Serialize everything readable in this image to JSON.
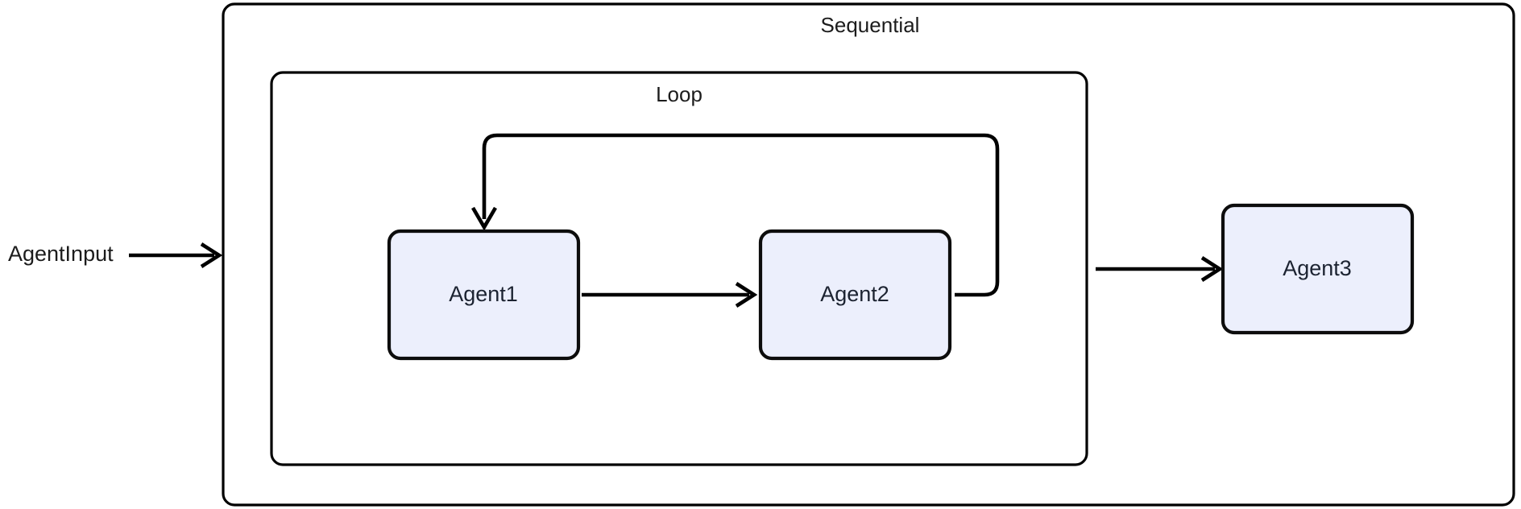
{
  "diagram": {
    "type": "agent-workflow-flowchart",
    "background_color": "#ffffff",
    "stroke_color": "#000000",
    "node_fill_color": "#eceffc",
    "node_stroke_color": "#0d0d0d",
    "text_color": "#1c2331",
    "inputs": [
      {
        "id": "agent-input",
        "label": "AgentInput"
      }
    ],
    "containers": [
      {
        "id": "sequential",
        "label": "Sequential",
        "label_position": "top-center"
      },
      {
        "id": "loop",
        "label": "Loop",
        "label_position": "top-center"
      }
    ],
    "nodes": [
      {
        "id": "agent1",
        "label": "Agent1",
        "parent": "loop"
      },
      {
        "id": "agent2",
        "label": "Agent2",
        "parent": "loop"
      },
      {
        "id": "agent3",
        "label": "Agent3",
        "parent": "sequential"
      }
    ],
    "edges": [
      {
        "id": "edge-input-sequential",
        "from": "agent-input",
        "to": "sequential",
        "style": "arrow"
      },
      {
        "id": "edge-agent1-agent2",
        "from": "agent1",
        "to": "agent2",
        "style": "arrow"
      },
      {
        "id": "edge-agent2-agent1-loopback",
        "from": "agent2",
        "to": "agent1",
        "style": "arrow-loopback"
      },
      {
        "id": "edge-loop-agent3",
        "from": "loop",
        "to": "agent3",
        "style": "arrow"
      }
    ]
  }
}
